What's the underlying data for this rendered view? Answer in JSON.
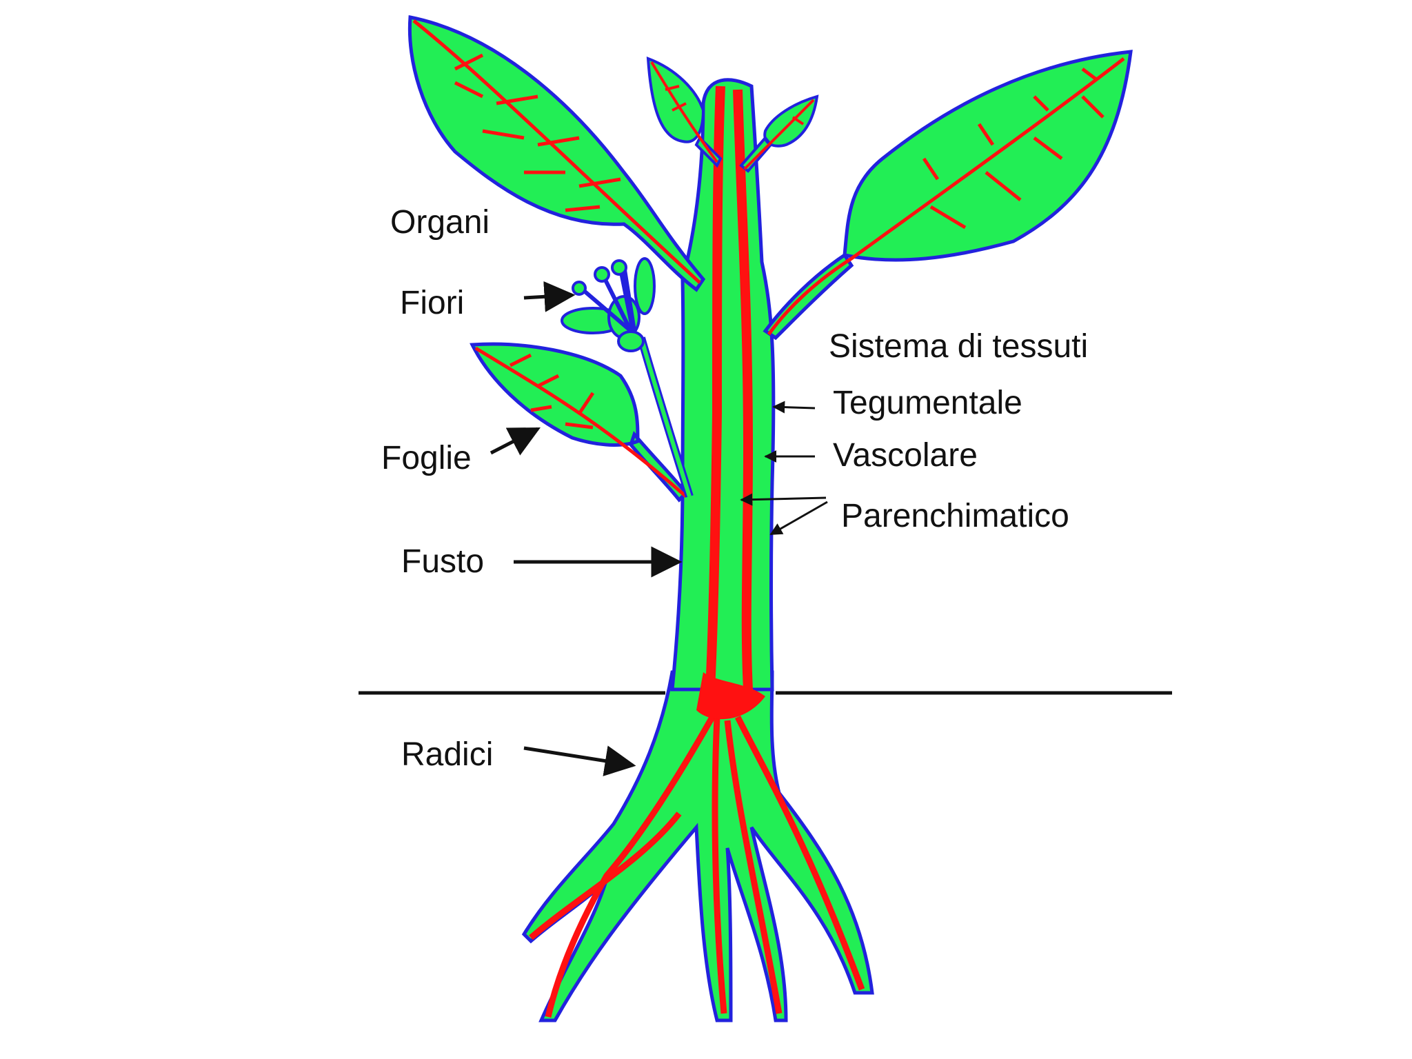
{
  "labels": {
    "organi": "Organi",
    "fiori": "Fiori",
    "foglie": "Foglie",
    "fusto": "Fusto",
    "radici": "Radici",
    "sistema": "Sistema di tessuti",
    "tegumentale": "Tegumentale",
    "vascolare": "Vascolare",
    "parenchimatico": "Parenchimatico"
  },
  "colors": {
    "ground_tissue": "#22ee55",
    "dermal_outline": "#2222dd",
    "vascular": "#ff1111",
    "arrow": "#111111",
    "soil_line": "#111111"
  }
}
